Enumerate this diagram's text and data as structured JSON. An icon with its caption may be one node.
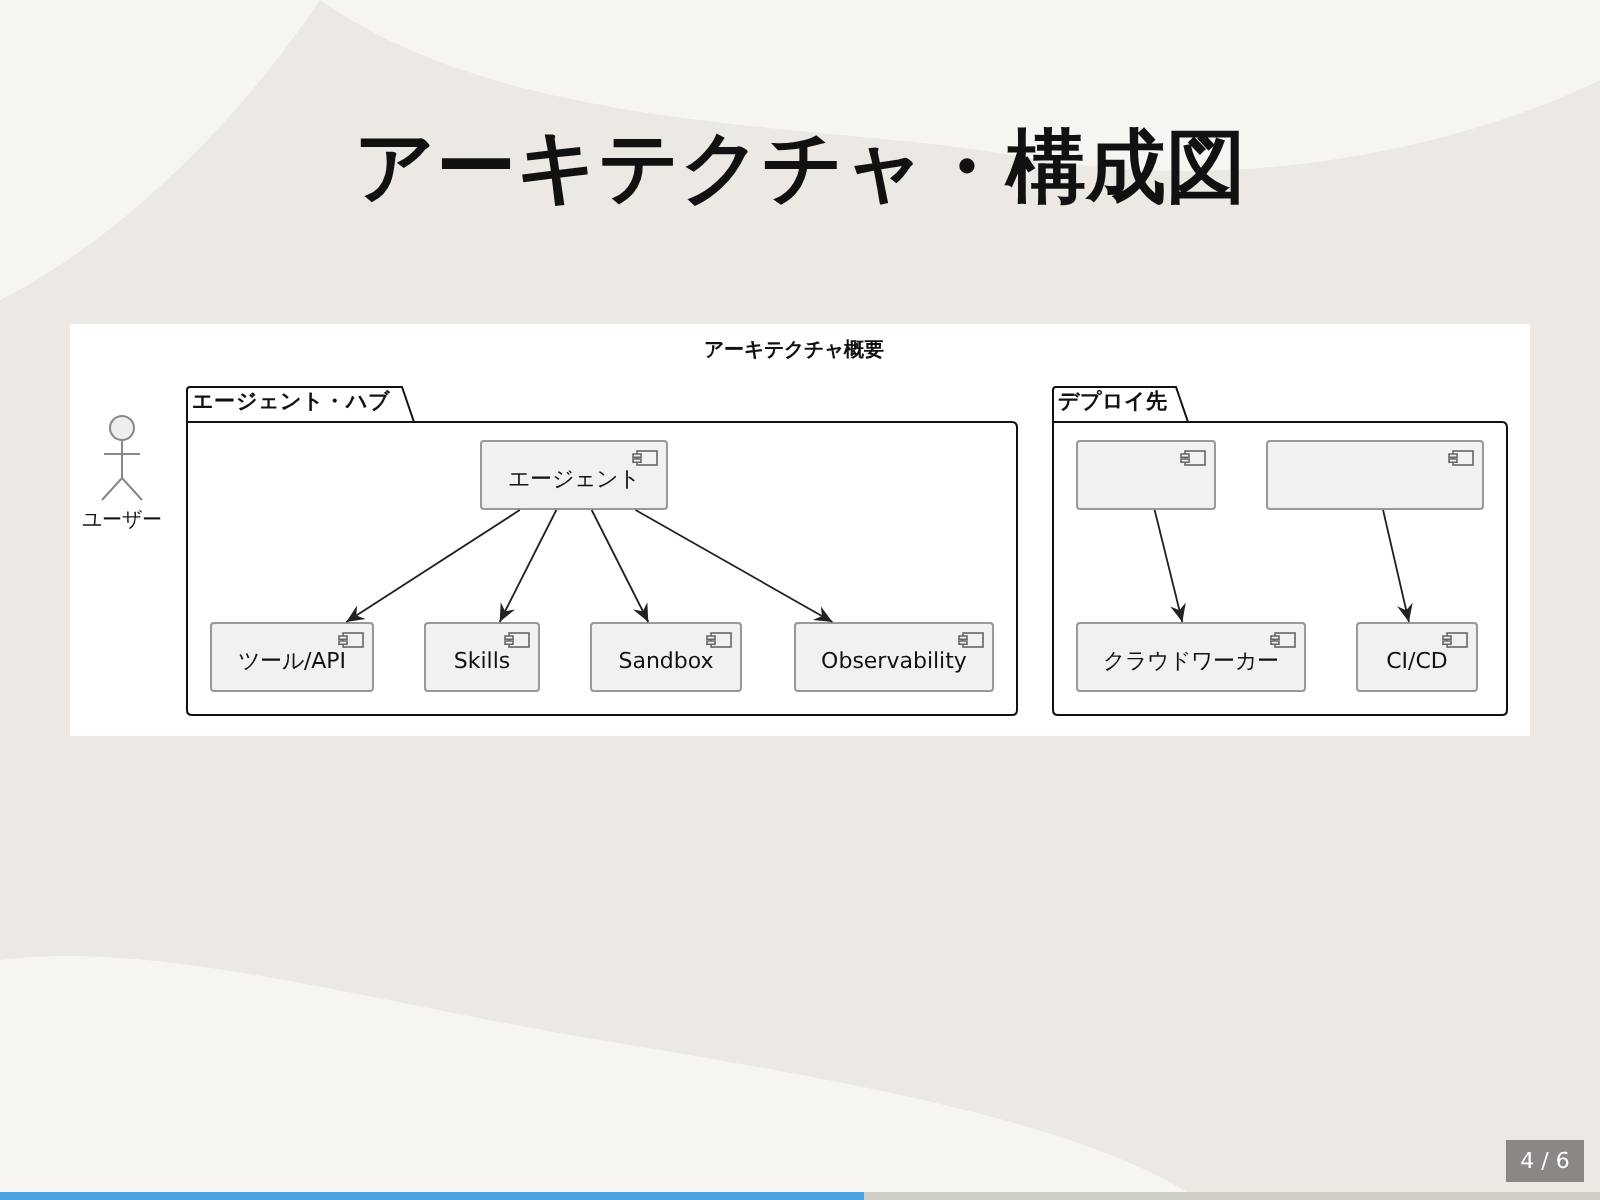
{
  "diagram": {
    "title": "アーキテクチャ・構成図",
    "nodes": [
      {
        "text": [
          "ユーザー"
        ]
      },
      {
        "text": [
          "エージェント・ハブ"
        ]
      },
      {
        "text": [
          "エージェント"
        ],
        "in": 1
      },
      {
        "text": [
          "ツール/API"
        ],
        "in": 1
      },
      {
        "text": [
          "Skills"
        ],
        "in": 1
      },
      {
        "text": [
          "Sandbox"
        ],
        "in": 1
      },
      {
        "text": [
          "Observability"
        ],
        "in": 1
      },
      {
        "text": [
          "デプロイ先"
        ]
      },
      {
        "text": [],
        "shape": "box",
        "in": 7
      },
      {
        "text": [],
        "shape": "box",
        "in": 7
      },
      {
        "text": [
          "クラウドワーカー"
        ],
        "in": 7
      },
      {
        "text": [
          "CI/CD"
        ],
        "in": 7
      }
    ],
    "edges": [
      {
        "from": 2,
        "to": 3,
        "arrow": "to"
      },
      {
        "from": 2,
        "to": 4,
        "arrow": "to"
      },
      {
        "from": 2,
        "to": 5,
        "arrow": "to"
      },
      {
        "from": 2,
        "to": 6,
        "arrow": "to"
      },
      {
        "from": 8,
        "to": 10,
        "arrow": "to"
      },
      {
        "from": 9,
        "to": 11,
        "arrow": "to"
      }
    ],
    "labels": [
      "アーキテクチャ概要",
      "4 / 6"
    ]
  }
}
